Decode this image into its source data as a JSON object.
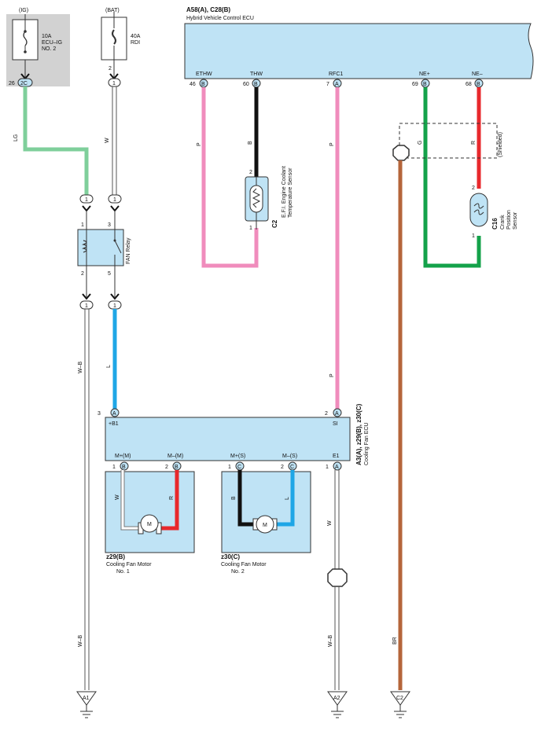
{
  "power": {
    "ig_label": "(IG)",
    "bat_label": "(BAT)",
    "fuse1_line1": "10A",
    "fuse1_line2": "ECU–IG",
    "fuse1_line3": "NO. 2",
    "fuse2_line1": "40A",
    "fuse2_line2": "RDI",
    "ig_pin": "26",
    "ig_conn": "2C",
    "bat_pin": "2",
    "bat_conn": "1"
  },
  "hv_ecu": {
    "code": "A58(A), C28(B)",
    "name": "Hybrid Vehicle Control ECU",
    "pins": [
      {
        "label": "ETHW",
        "num": "46",
        "conn": "B"
      },
      {
        "label": "THW",
        "num": "60",
        "conn": "B"
      },
      {
        "label": "RFC1",
        "num": "7",
        "conn": "A"
      },
      {
        "label": "NE+",
        "num": "69",
        "conn": "B"
      },
      {
        "label": "NE–",
        "num": "68",
        "conn": "B"
      }
    ]
  },
  "wires": {
    "lg": "LG",
    "w": "W",
    "p": "P",
    "b": "B",
    "g": "G",
    "r": "R",
    "l": "L",
    "wb": "W–B",
    "br": "BR"
  },
  "colors": {
    "ecu_fill": "#bfe3f5",
    "ig_box": "#d2d2d2",
    "lg": "#7fcf9b",
    "pink": "#f08cbc",
    "black": "#111111",
    "green": "#14a24a",
    "red": "#e8282c",
    "blue": "#1ea6e6",
    "brown": "#b5653a"
  },
  "relay": {
    "name": "FAN Relay",
    "pin1": "1",
    "pin3": "3",
    "pin2": "2",
    "pin5": "5",
    "conn1": "1",
    "conn2": "1",
    "conn3": "1",
    "conn4": "1"
  },
  "coolant_sensor": {
    "code": "C2",
    "line1": "E.F.I. Engine Coolant",
    "line2": "Temperature Sensor",
    "pin_top": "2",
    "pin_bottom": "1"
  },
  "crank_sensor": {
    "code": "C16",
    "line1": "Crank",
    "line2": "Position",
    "line3": "Sensor",
    "pin_top": "2",
    "pin_bottom": "1",
    "shielded": "(Shielded)"
  },
  "fan_ecu": {
    "code": "A3(A), z29(B), z30(C)",
    "name": "Cooling Fan ECU",
    "b1_label": "+B1",
    "b1_num": "3",
    "b1_conn": "A",
    "si_label": "SI",
    "si_num": "2",
    "si_conn": "A",
    "pins": [
      {
        "label": "M+(M)",
        "num": "1",
        "conn": "B"
      },
      {
        "label": "M–(M)",
        "num": "2",
        "conn": "B"
      },
      {
        "label": "M+(S)",
        "num": "1",
        "conn": "C"
      },
      {
        "label": "M–(S)",
        "num": "2",
        "conn": "C"
      },
      {
        "label": "E1",
        "num": "1",
        "conn": "A"
      }
    ]
  },
  "motor1": {
    "code": "z29(B)",
    "line1": "Cooling Fan Motor",
    "line2": "No. 1",
    "m": "M"
  },
  "motor2": {
    "code": "z30(C)",
    "line1": "Cooling Fan Motor",
    "line2": "No. 2",
    "m": "M"
  },
  "grounds": [
    {
      "label": "A1"
    },
    {
      "label": "A2"
    },
    {
      "label": "C2"
    }
  ]
}
